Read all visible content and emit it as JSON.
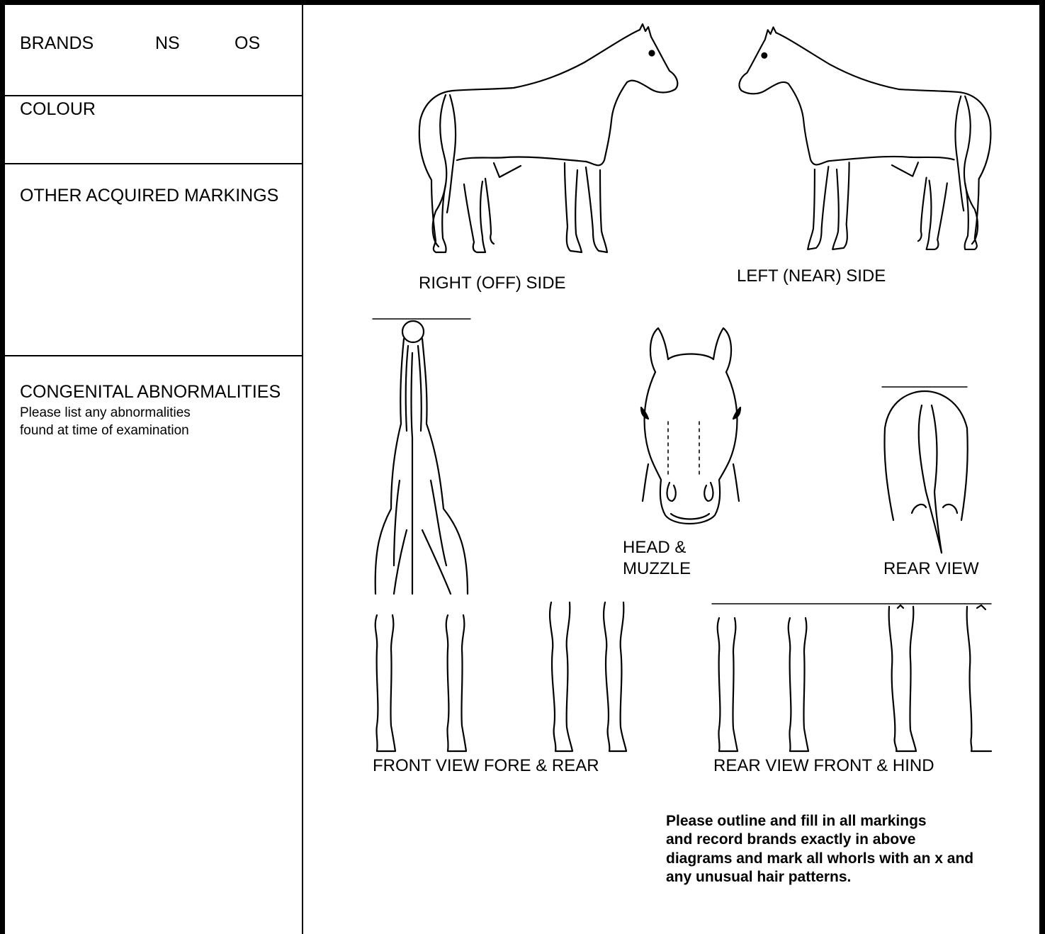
{
  "left_panel": {
    "brands_label": "BRANDS",
    "ns_label": "NS",
    "os_label": "OS",
    "colour_label": "COLOUR",
    "other_markings_label": "OTHER ACQUIRED MARKINGS",
    "congenital_label": "CONGENITAL ABNORMALITIES",
    "congenital_hint_line1": "Please list any abnormalities",
    "congenital_hint_line2": "found at time of examination"
  },
  "diagrams": {
    "right_side_caption": "RIGHT (OFF) SIDE",
    "left_side_caption": "LEFT (NEAR) SIDE",
    "head_caption_line1": "HEAD &",
    "head_caption_line2": "MUZZLE",
    "rear_view_caption": "REAR VIEW",
    "front_legs_caption": "FRONT VIEW FORE & REAR",
    "rear_legs_caption": "REAR VIEW FRONT & HIND"
  },
  "instructions": {
    "line1": "Please outline and fill in all markings",
    "line2": "and record brands exactly in above",
    "line3": "diagrams and mark all whorls with an x and",
    "line4": "any unusual hair patterns."
  }
}
